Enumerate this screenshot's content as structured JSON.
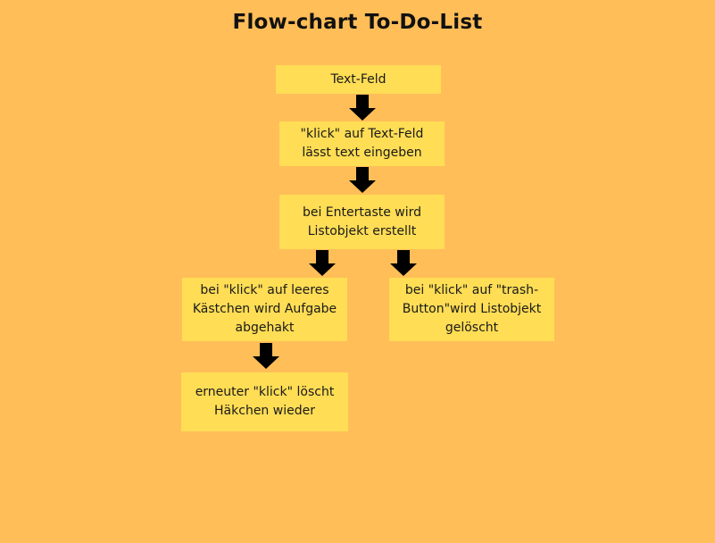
{
  "title": "Flow-chart To-Do-List",
  "colors": {
    "background": "#ffbe58",
    "box": "#ffdd55",
    "arrow": "#000000"
  },
  "nodes": [
    {
      "id": "text-field",
      "lines": [
        "Text-Feld"
      ]
    },
    {
      "id": "click-text-field",
      "lines": [
        "\"klick\" auf Text-Feld",
        "lässt text eingeben"
      ]
    },
    {
      "id": "enter-key",
      "lines": [
        "bei Entertaste wird",
        "Listobjekt erstellt"
      ]
    },
    {
      "id": "click-checkbox",
      "lines": [
        "bei \"klick\" auf leeres",
        "Kästchen wird Aufgabe",
        "abgehakt"
      ]
    },
    {
      "id": "click-trash",
      "lines": [
        "bei \"klick\" auf \"trash-",
        "Button\"wird Listobjekt",
        "gelöscht"
      ]
    },
    {
      "id": "click-again",
      "lines": [
        "erneuter \"klick\" löscht",
        "Häkchen wieder"
      ]
    }
  ],
  "edges": [
    {
      "from": "text-field",
      "to": "click-text-field"
    },
    {
      "from": "click-text-field",
      "to": "enter-key"
    },
    {
      "from": "enter-key",
      "to": "click-checkbox"
    },
    {
      "from": "enter-key",
      "to": "click-trash"
    },
    {
      "from": "click-checkbox",
      "to": "click-again"
    }
  ]
}
